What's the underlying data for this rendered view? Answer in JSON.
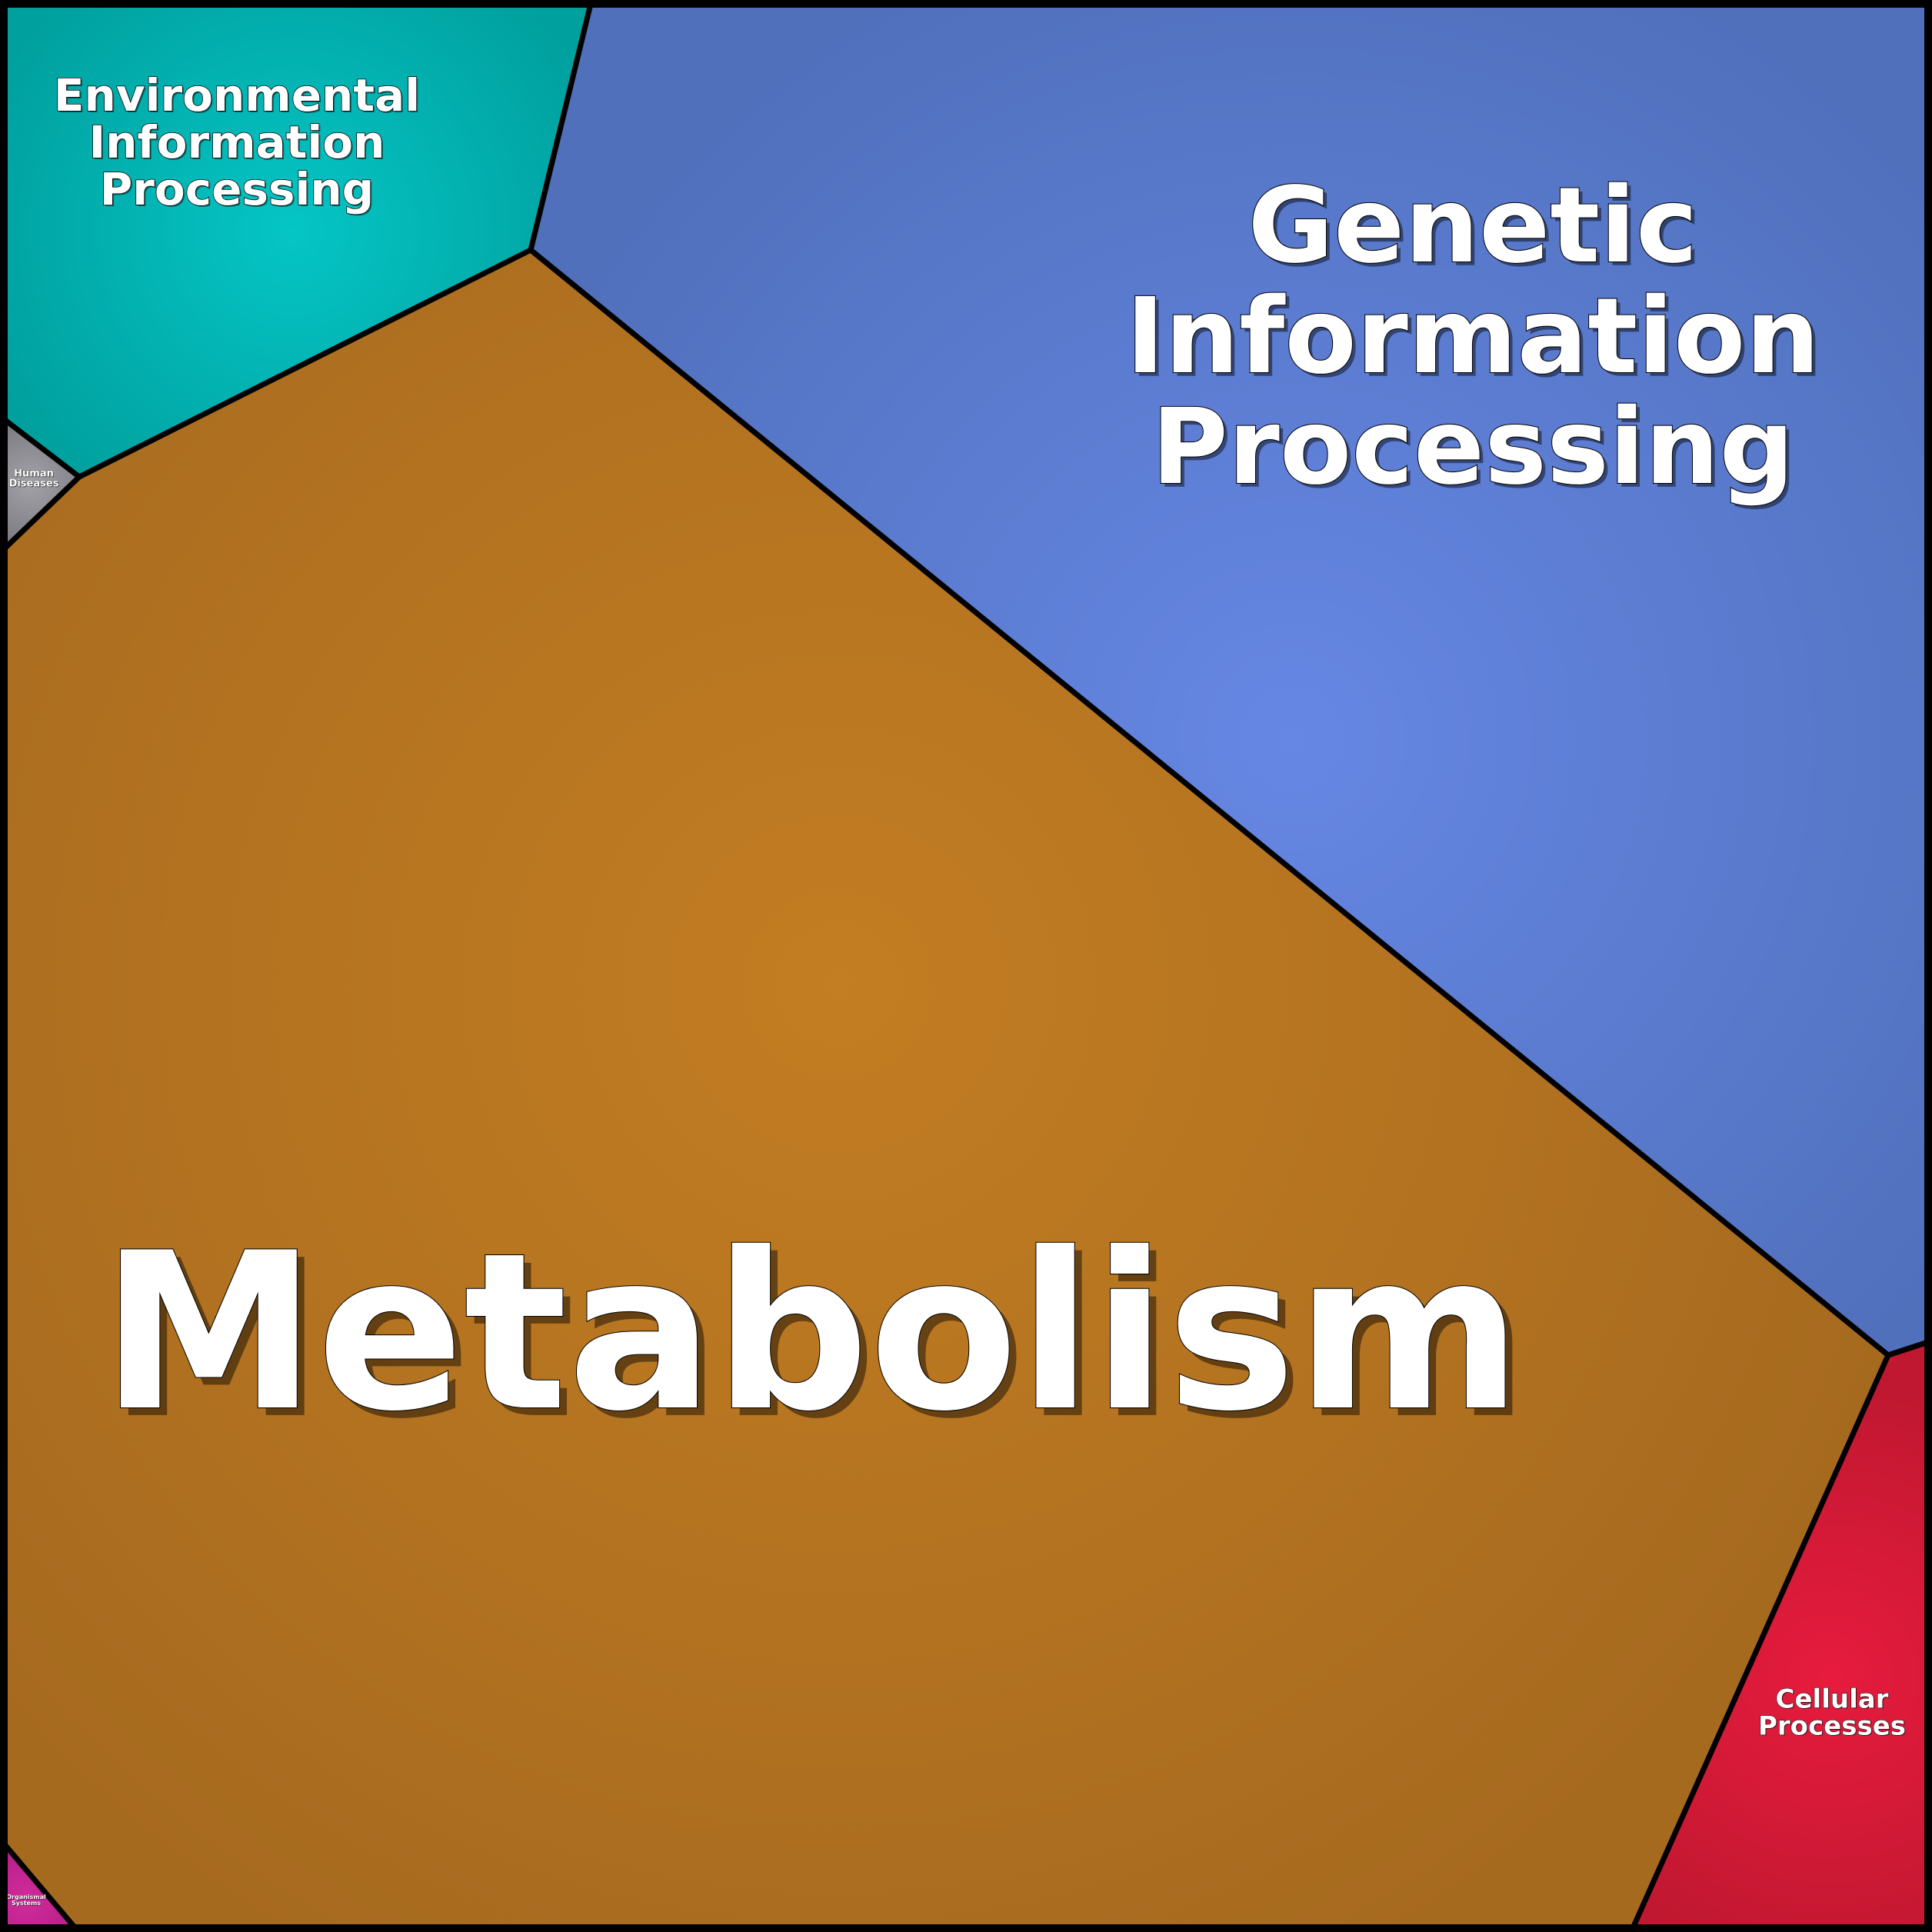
{
  "diagram": {
    "type": "voronoi-treemap",
    "cells": [
      {
        "id": "metabolism",
        "lines": [
          "Metabolism"
        ],
        "color": "#c37d22",
        "edge_color": "#a66a1f"
      },
      {
        "id": "genetic-information-processing",
        "lines": [
          "Genetic",
          "Information",
          "Processing"
        ],
        "color": "#6687e4",
        "edge_color": "#5070bc"
      },
      {
        "id": "environmental-information-processing",
        "lines": [
          "Environmental",
          "Information",
          "Processing"
        ],
        "color": "#05c5c5",
        "edge_color": "#00a09e"
      },
      {
        "id": "cellular-processes",
        "lines": [
          "Cellular",
          "Processes"
        ],
        "color": "#e71b3e",
        "edge_color": "#c01830"
      },
      {
        "id": "human-diseases",
        "lines": [
          "Human",
          "Diseases"
        ],
        "color": "#a2a2a8",
        "edge_color": "#77777d"
      },
      {
        "id": "organismal-systems",
        "lines": [
          "Organismal",
          "Systems"
        ],
        "color": "#d22a9c",
        "edge_color": "#b11f83"
      }
    ],
    "border_color": "#000000"
  }
}
